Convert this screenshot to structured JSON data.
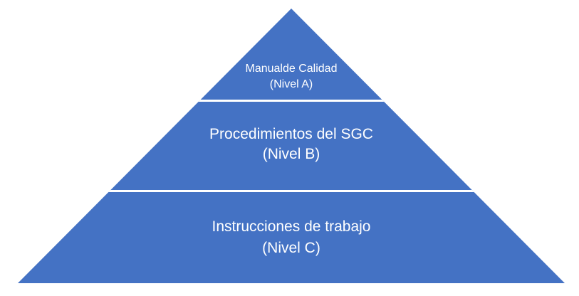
{
  "pyramid": {
    "type": "pyramid-diagram",
    "levels": [
      {
        "title": "Manualde Calidad",
        "subtitle": "(Nivel A)"
      },
      {
        "title": "Procedimientos del SGC",
        "subtitle": "(Nivel B)"
      },
      {
        "title": "Instrucciones de trabajo",
        "subtitle": "(Nivel C)"
      }
    ],
    "colors": {
      "fill": "#4472C4",
      "divider": "#FFFFFF",
      "text": "#FFFFFF",
      "background": "#FFFFFF"
    }
  }
}
